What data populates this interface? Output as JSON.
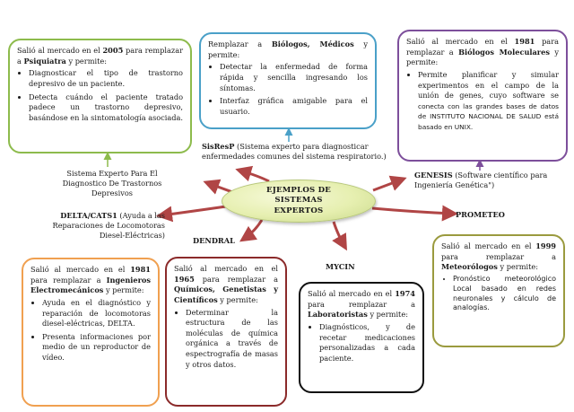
{
  "center": {
    "title": "EJEMPLOS DE SISTEMAS EXPERTOS"
  },
  "psiquiatra": {
    "intro_pre": "Salió al mercado en el ",
    "year": "2005",
    "intro_mid": " para remplazar a ",
    "role": "Psiquiatra",
    "intro_post": " y permite:",
    "bullets": [
      "Diagnosticar el tipo de trastorno depresivo de un paciente.",
      "Detecta cuándo el paciente tratado padece un trastorno depresivo, basándose en la sintomatología asociada."
    ],
    "label": "Sistema Experto Para El Diagnostico De Trastornos Depresivos"
  },
  "sisresp": {
    "intro_pre": "Remplazar a ",
    "role": "Biólogos, Médicos",
    "intro_post": " y permite:",
    "bullets": [
      "Detectar la enfermedad de forma rápida y sencilla ingresando los síntomas.",
      "Interfaz gráfica amigable para el usuario."
    ],
    "label_name": "SisResP",
    "label_desc": " (Sistema experto para diagnosticar enfermedades comunes del sistema respiratorio.)"
  },
  "genesis": {
    "intro_pre": "Salió al mercado en el ",
    "year": "1981",
    "intro_mid": " para remplazar a ",
    "role": "Biólogos Moleculares",
    "intro_post": " y permite:",
    "bullet_serif": "Permite planificar y simular experimentos en el campo de la unión de genes, cuyo software se",
    "bullet_sans": "conecta con las grandes bases de datos de INSTITUTO NACIONAL DE SALUD está basado en UNIX.",
    "label_name": "GENESIS",
    "label_desc": " (Software científico para Ingeniería Genética\")"
  },
  "delta": {
    "intro_pre": "Salió al mercado en el ",
    "year": "1981",
    "intro_mid": " para remplazar a ",
    "role": "Ingenieros Electromecánicos",
    "intro_post": " y permite:",
    "bullets": [
      "Ayuda en el diagnóstico y reparación de locomotoras diesel-eléctricas, DELTA.",
      "Presenta informaciones por medio de un reproductor de vídeo."
    ],
    "label_name": "DELTA/CATS1",
    "label_desc": " (Ayuda a las Reparaciones de Locomotoras Diesel-Eléctricas)"
  },
  "dendral": {
    "intro_pre": "Salió al mercado en el ",
    "year": "1965",
    "intro_mid": " para remplazar a ",
    "role": "Químicos, Genetistas y Científicos",
    "intro_post": " y permite:",
    "bullets": [
      "Determinar la estructura de las moléculas de química orgánica a través de espectrografía de masas y otros datos."
    ],
    "label_name": "DENDRAL"
  },
  "mycin": {
    "intro_pre": "Salió al mercado en el ",
    "year": "1974",
    "intro_mid": " para remplazar a ",
    "role": "Laboratoristas",
    "intro_post": " y permite:",
    "bullets": [
      "Diagnósticos, y de recetar medicaciones personalizadas a cada paciente."
    ],
    "label_name": "MYCIN"
  },
  "prometeo": {
    "intro_pre": "Salió al mercado en el ",
    "year": "1999",
    "intro_mid": " para remplazar a ",
    "role": "Meteorólogos",
    "intro_post": " y permite:",
    "bullets": [
      "Pronóstico meteorológico Local basado en redes neuronales y cálculo de analogías."
    ],
    "label_name": "PROMETEO"
  },
  "colors": {
    "green": "#8dbb4c",
    "blue": "#4aa0c8",
    "purple": "#7d4f9b",
    "orange": "#f0a050",
    "darkred": "#8b2a2a",
    "black": "#111111",
    "olive": "#9a9a3e",
    "arrow_red": "#b04545"
  }
}
